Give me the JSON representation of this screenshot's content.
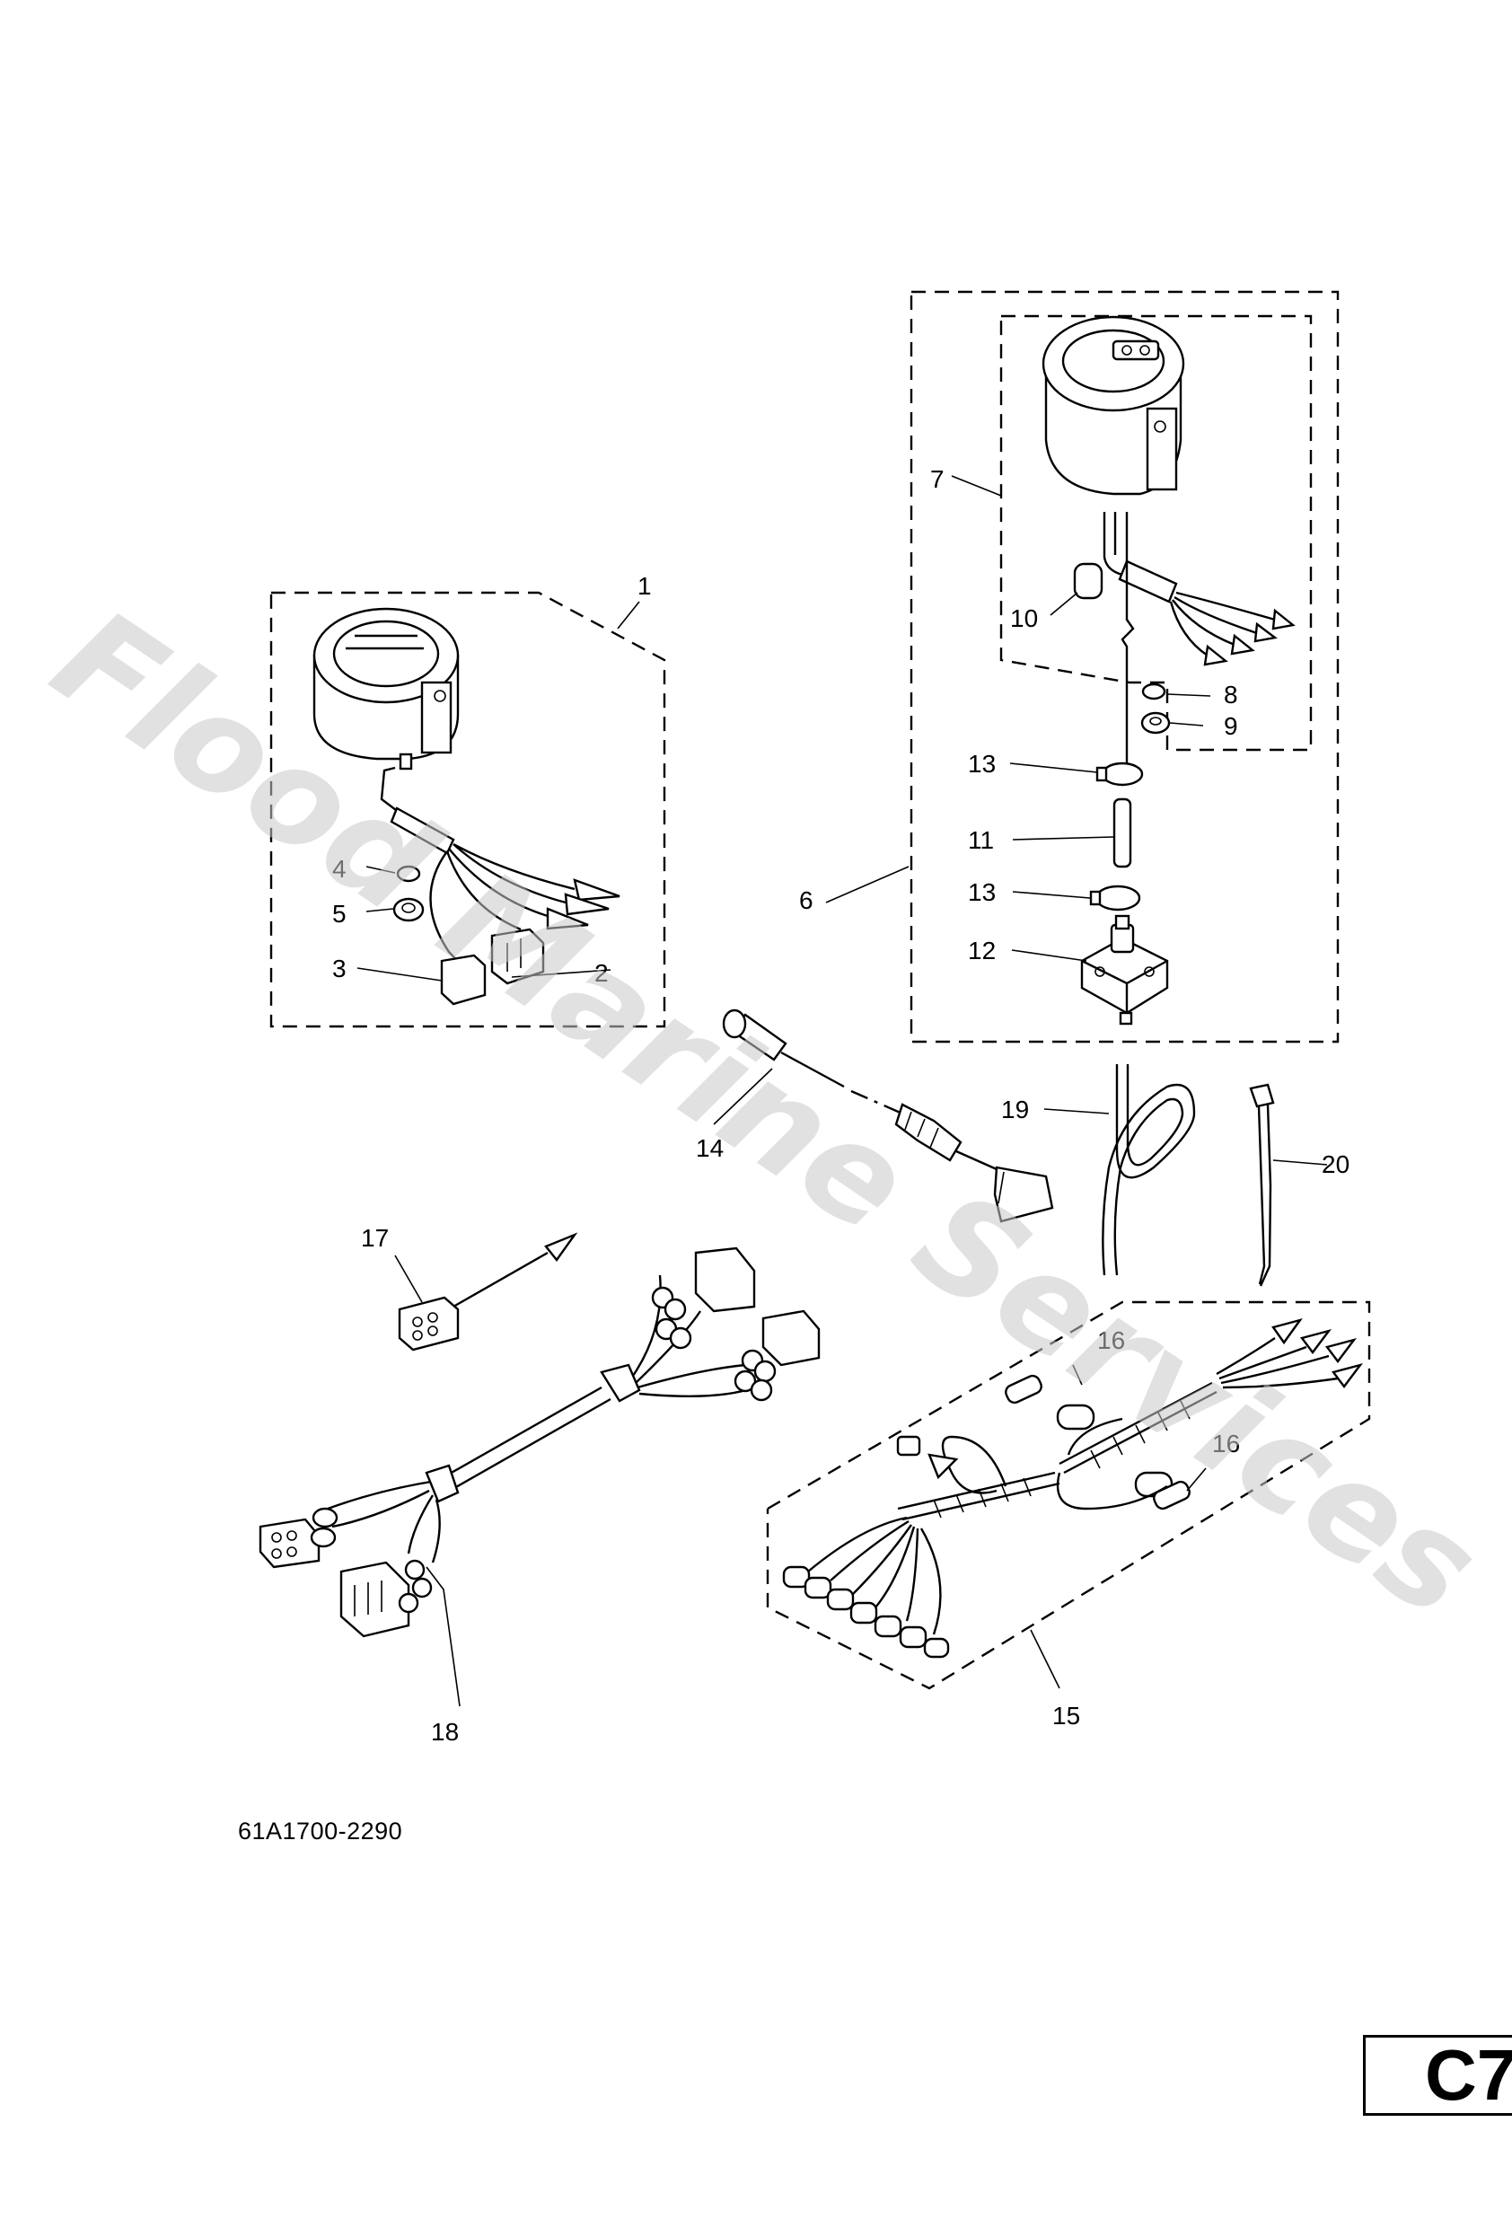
{
  "watermark": "Flood Marine Services",
  "figure_number": "61A1700-2290",
  "page_code": "C7",
  "callouts": [
    "1",
    "2",
    "3",
    "4",
    "5",
    "6",
    "7",
    "8",
    "9",
    "10",
    "11",
    "12",
    "13",
    "13",
    "14",
    "15",
    "16",
    "16",
    "17",
    "18",
    "19",
    "20"
  ]
}
